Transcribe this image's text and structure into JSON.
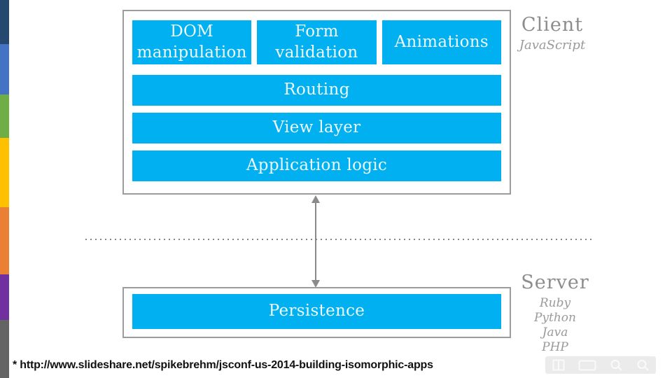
{
  "slide": {
    "client": {
      "boxes_row": [
        {
          "label": "DOM manipulation"
        },
        {
          "label": "Form validation"
        },
        {
          "label": "Animations"
        }
      ],
      "rows": [
        {
          "label": "Routing"
        },
        {
          "label": "View layer"
        },
        {
          "label": "Application logic"
        }
      ],
      "side_label": "Client",
      "side_sublabel": "JavaScript"
    },
    "server": {
      "box_label": "Persistence",
      "side_label": "Server",
      "side_sublabels": [
        {
          "label": "Ruby"
        },
        {
          "label": "Python"
        },
        {
          "label": "Java"
        },
        {
          "label": "PHP"
        }
      ]
    },
    "footer_citation": "* http://www.slideshare.net/spikebrehm/jsconf-us-2014-building-isomorphic-apps"
  },
  "colors": {
    "accent_blue": "#00b0f0",
    "stripe_navy": "#25496e",
    "stripe_blue": "#4472c4",
    "stripe_green": "#6fad47",
    "stripe_yellow": "#ffc000",
    "stripe_orange": "#ea8033",
    "stripe_purple": "#7030a0",
    "stripe_gray": "#646464",
    "label_gray": "#8d8d8d",
    "dotted_line_gray": "#8f8387",
    "arrow_gray": "#8a8a8a",
    "frame_border_gray": "#9c9c9c"
  },
  "player": {
    "icons": [
      {
        "name": "reader-icon"
      },
      {
        "name": "fullscreen-icon"
      },
      {
        "name": "zoom-out-icon"
      },
      {
        "name": "zoom-in-icon"
      }
    ]
  }
}
